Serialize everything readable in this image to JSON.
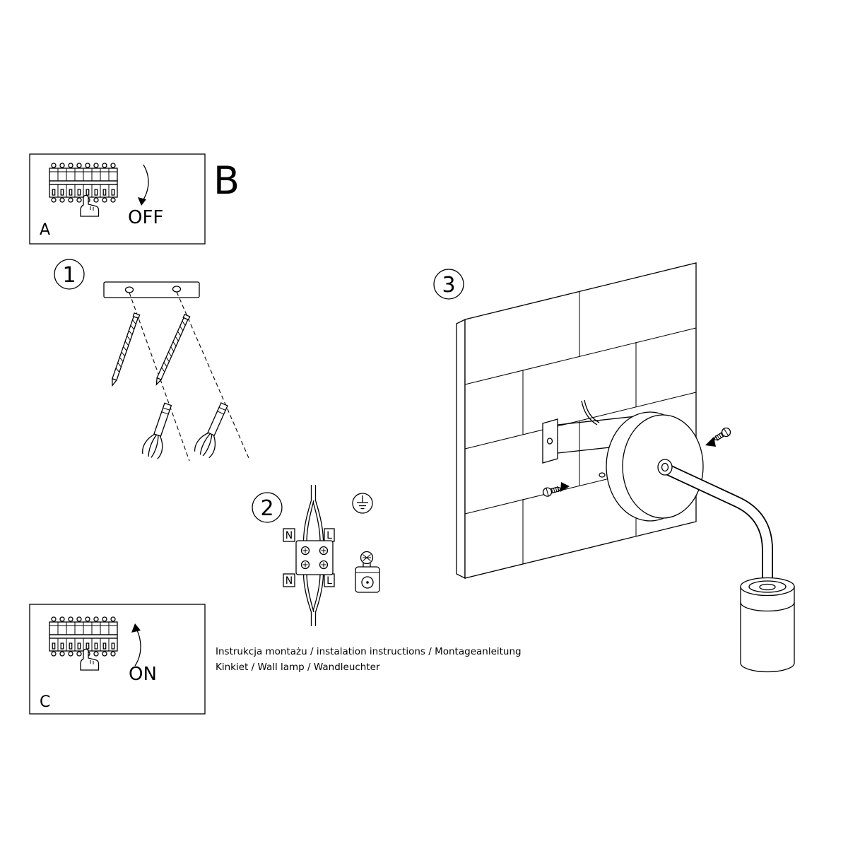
{
  "document": {
    "section_letter": "B",
    "footer": {
      "line1": "Instrukcja montażu / instalation instructions / Montageanleitung",
      "line2": "Kinkiet / Wall lamp / Wandleuchter"
    }
  },
  "power_off_panel": {
    "label": "A",
    "switch_state": "OFF"
  },
  "power_on_panel": {
    "label": "C",
    "switch_state": "ON"
  },
  "steps": {
    "step1": {
      "number": "1"
    },
    "step2": {
      "number": "2"
    },
    "step3": {
      "number": "3"
    }
  },
  "wiring": {
    "neutral_label": "N",
    "live_label": "L"
  },
  "colors": {
    "line": "#000000",
    "background": "#ffffff"
  }
}
